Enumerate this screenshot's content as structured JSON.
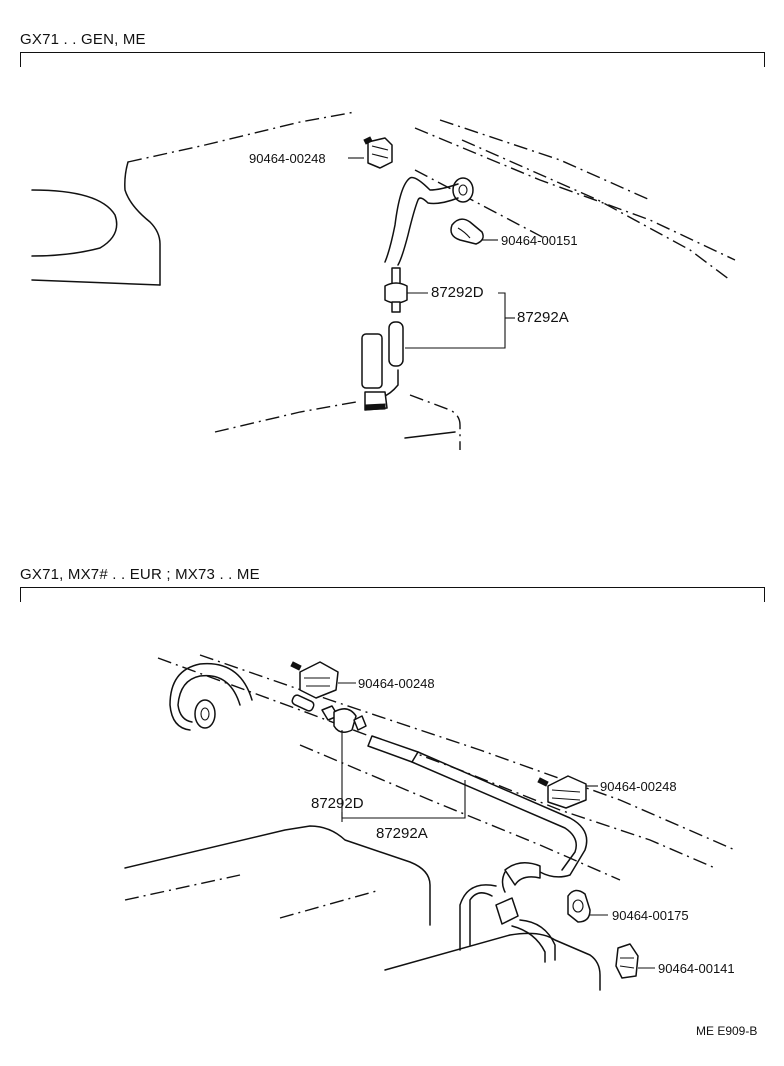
{
  "sections": [
    {
      "title": "GX71 . . GEN, ME",
      "parts": {
        "clip_a": "90464-00248",
        "clip_b": "90464-00151",
        "valve": "87292D",
        "assembly": "87292A"
      }
    },
    {
      "title": "GX71, MX7# . . EUR ; MX73 . . ME",
      "parts": {
        "clip_a": "90464-00248",
        "clip_b": "90464-00248",
        "valve": "87292D",
        "assembly": "87292A",
        "clip_c": "90464-00175",
        "clip_d": "90464-00141"
      }
    }
  ],
  "page_code": "ME E909-B"
}
